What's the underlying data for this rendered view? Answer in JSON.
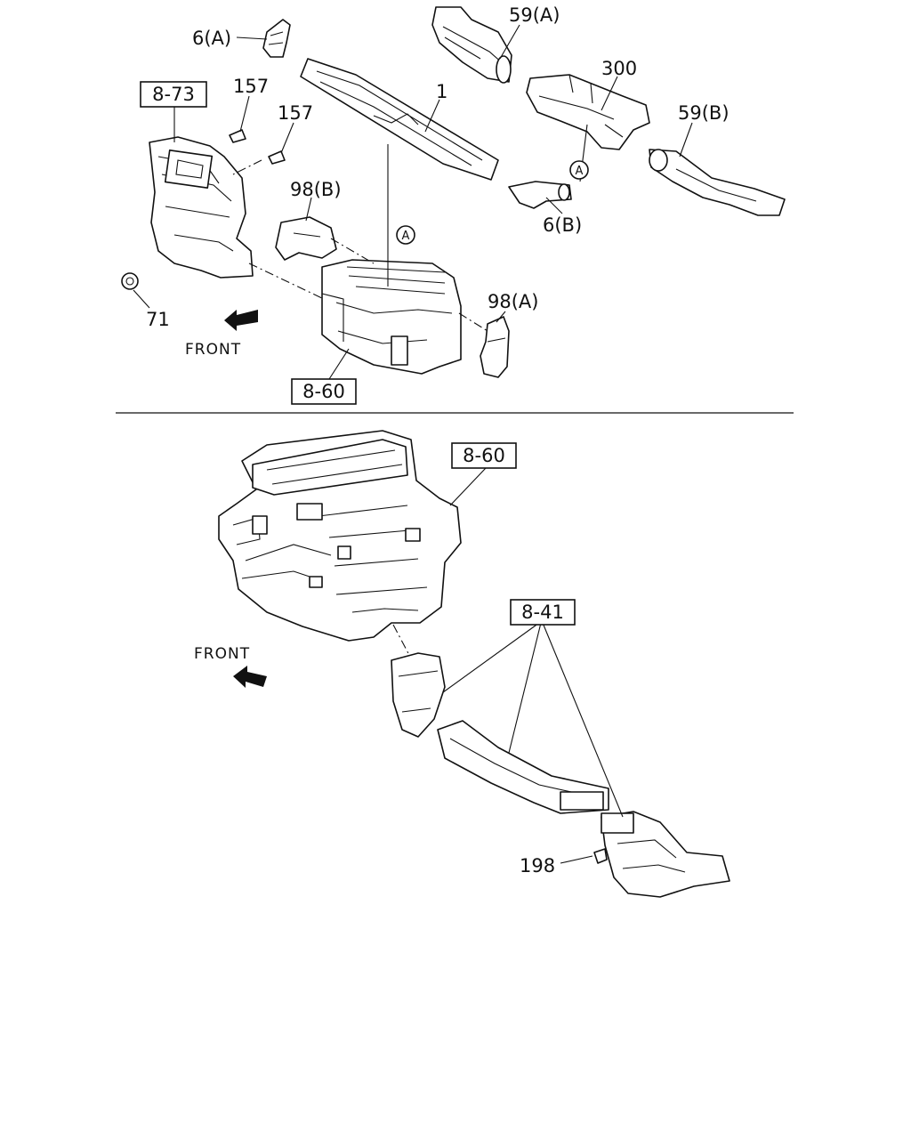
{
  "upper": {
    "labels": {
      "l6a": "6(A)",
      "l59a": "59(A)",
      "l300": "300",
      "l59b": "59(B)",
      "l1": "1",
      "l157a": "157",
      "l157b": "157",
      "l98b": "98(B)",
      "l6b": "6(B)",
      "l98a": "98(A)",
      "l71": "71",
      "front": "FRONT",
      "circA1": "A",
      "circA2": "A"
    },
    "boxes": {
      "b873": "8-73",
      "b860": "8-60"
    }
  },
  "lower": {
    "labels": {
      "front": "FRONT",
      "l198": "198"
    },
    "boxes": {
      "b860": "8-60",
      "b841": "8-41"
    }
  },
  "colors": {
    "line": "#111111",
    "background": "#ffffff"
  }
}
